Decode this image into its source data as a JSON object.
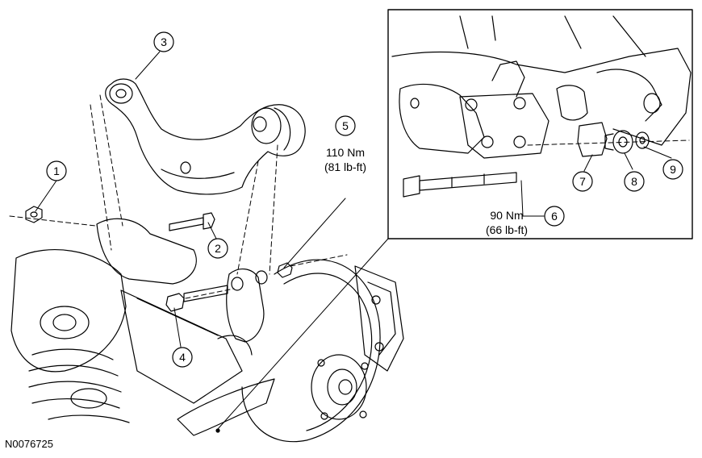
{
  "figure_id": "N0076725",
  "callouts": [
    {
      "number": "1"
    },
    {
      "number": "2"
    },
    {
      "number": "3"
    },
    {
      "number": "4"
    },
    {
      "number": "5"
    },
    {
      "number": "6"
    },
    {
      "number": "7"
    },
    {
      "number": "8"
    },
    {
      "number": "9"
    }
  ],
  "torque_specs": {
    "item5": {
      "metric": "110 Nm",
      "imperial": "(81 lb-ft)"
    },
    "item6": {
      "metric": "90 Nm",
      "imperial": "(66 lb-ft)"
    }
  }
}
